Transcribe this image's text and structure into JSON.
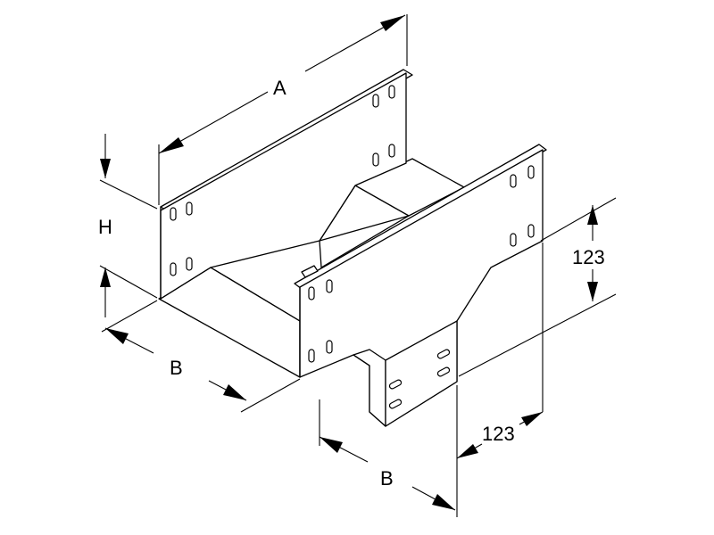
{
  "dimensions": {
    "a_label": "A",
    "h_label": "H",
    "b_left_label": "B",
    "b_bottom_label": "B",
    "right_123_label": "123",
    "bottom_123_label": "123"
  }
}
